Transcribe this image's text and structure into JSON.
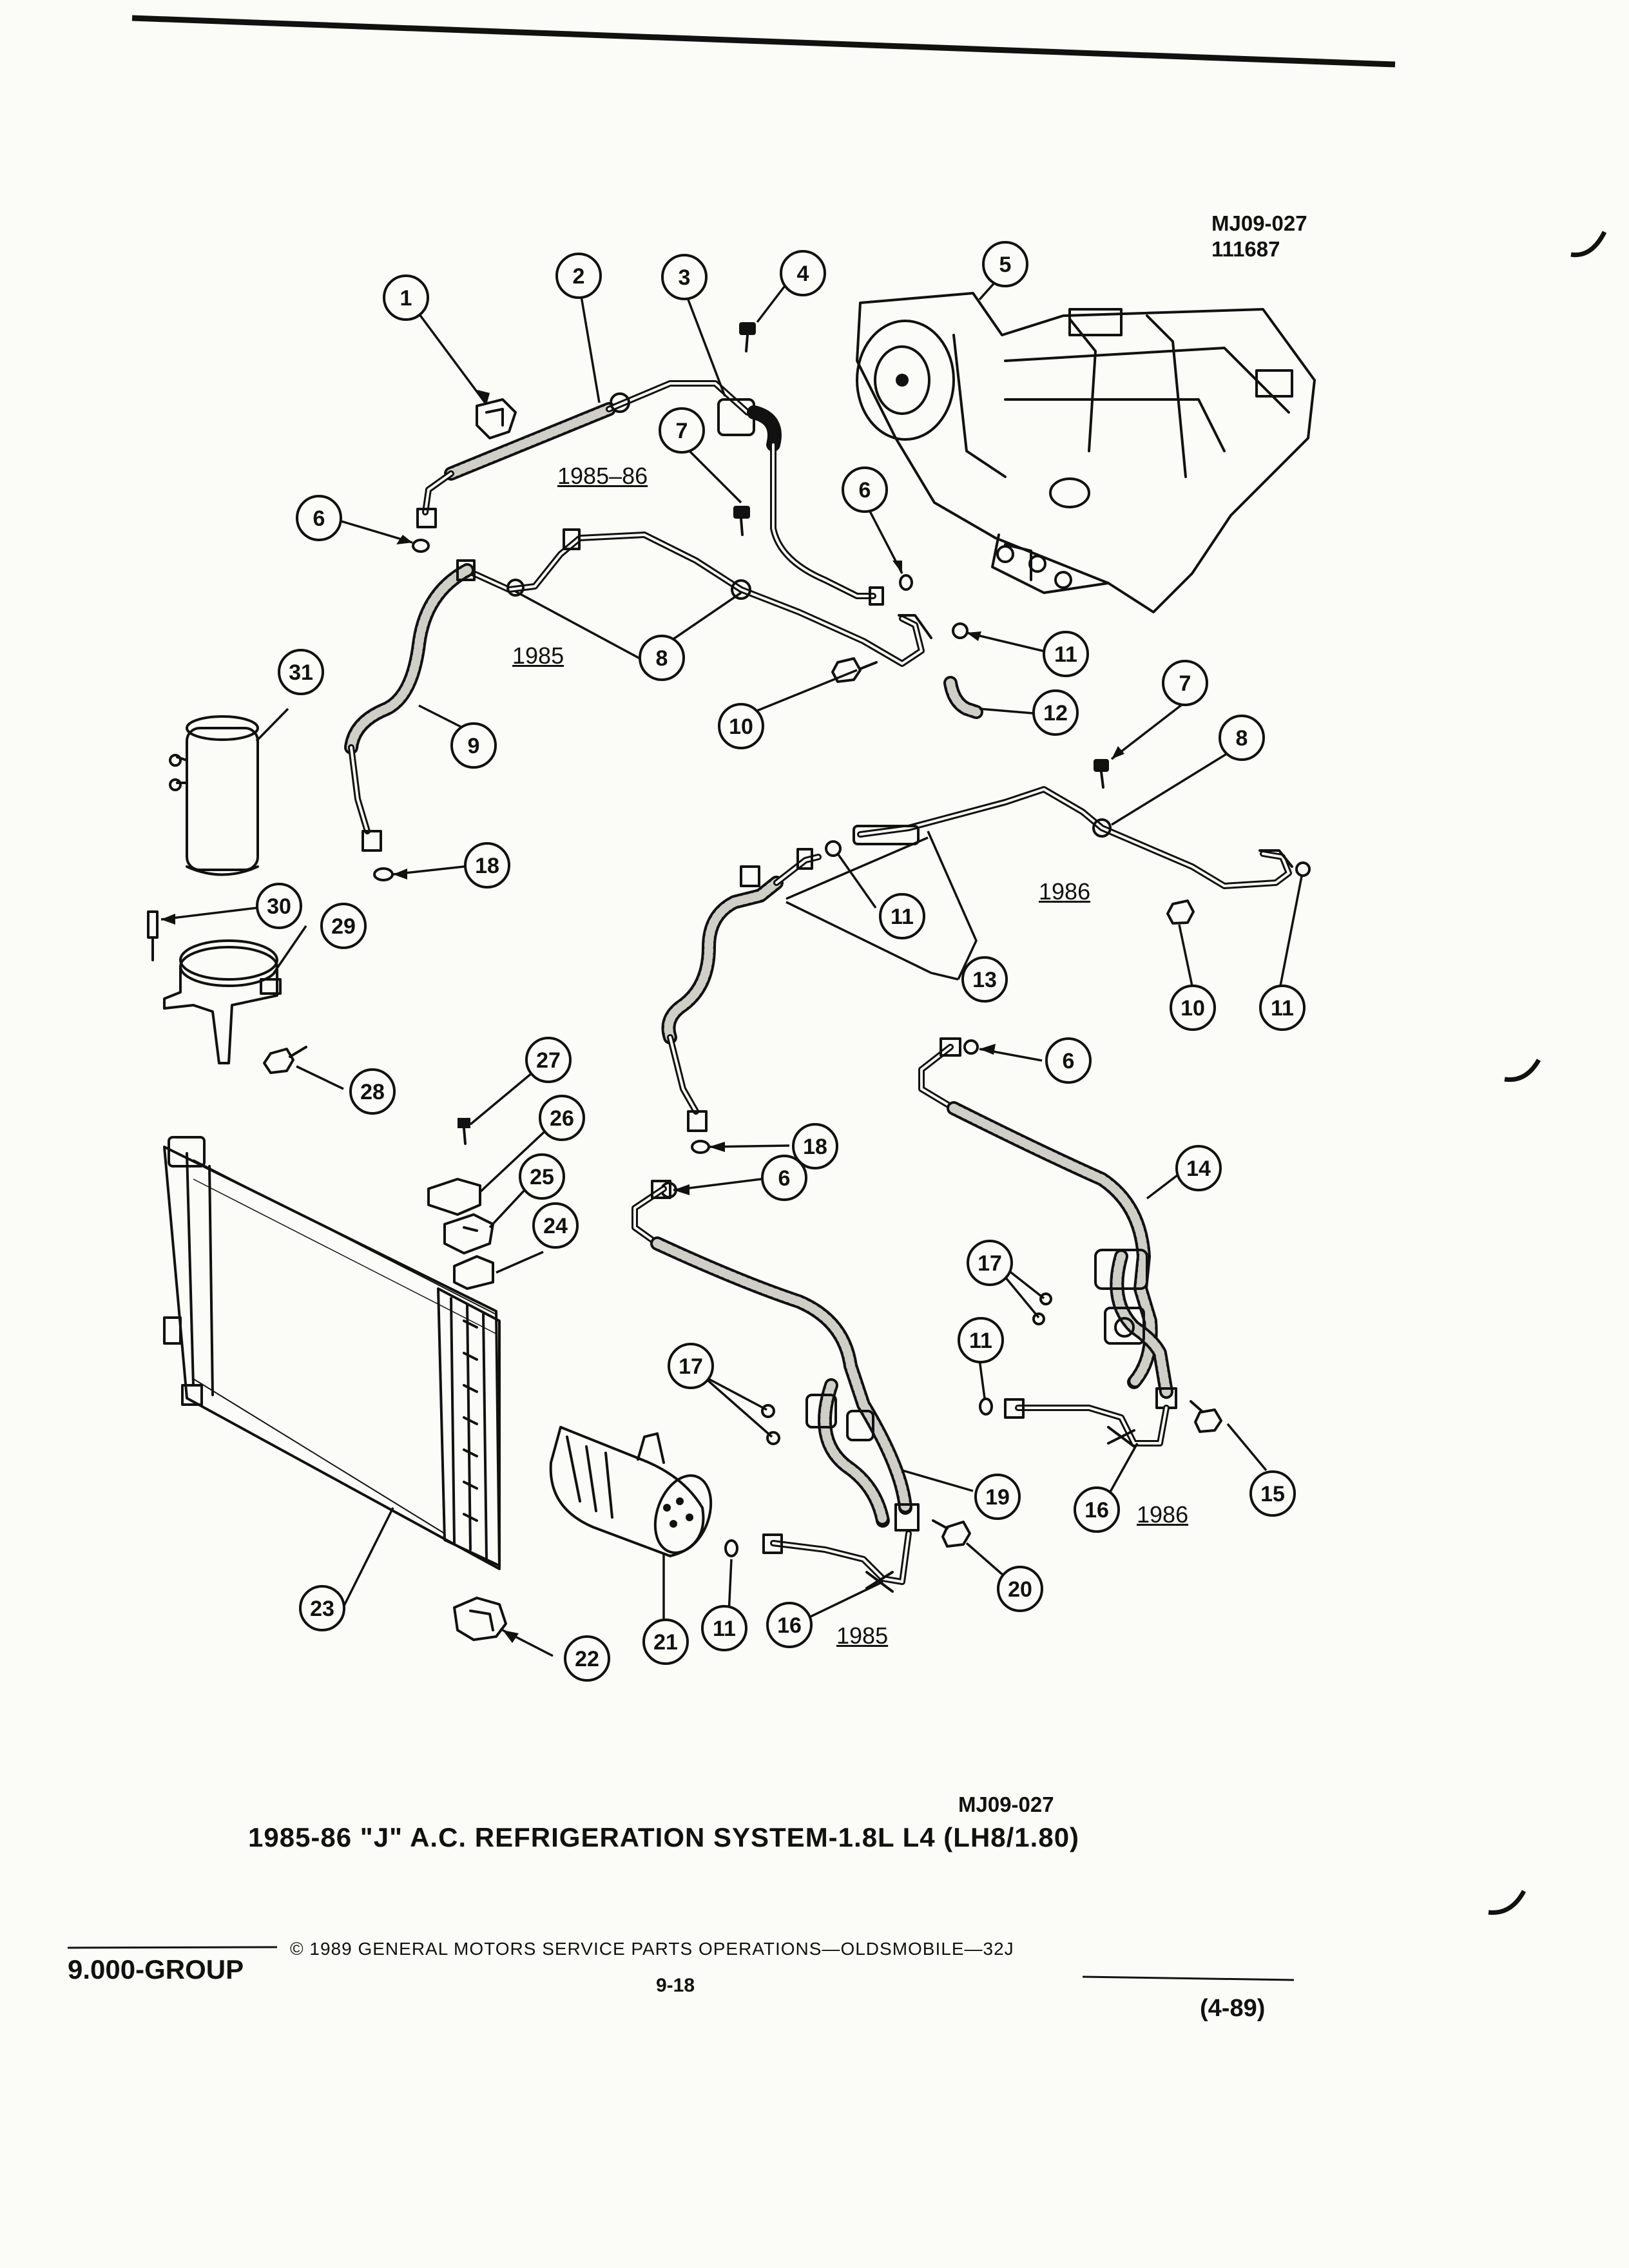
{
  "header": {
    "figure_code": "MJ09-027",
    "date_code": "111687"
  },
  "year_labels": {
    "y1985_86": "1985–86",
    "y1985_upper": "1985",
    "y1986_upper": "1986",
    "y1986_lower": "1986",
    "y1985_lower": "1985"
  },
  "callouts": [
    "1",
    "2",
    "3",
    "4",
    "5",
    "6",
    "6",
    "6",
    "6",
    "7",
    "7",
    "8",
    "8",
    "9",
    "10",
    "10",
    "11",
    "11",
    "11",
    "11",
    "11",
    "12",
    "13",
    "14",
    "15",
    "16",
    "16",
    "17",
    "17",
    "18",
    "18",
    "19",
    "20",
    "21",
    "22",
    "23",
    "24",
    "25",
    "26",
    "27",
    "28",
    "29",
    "30",
    "31"
  ],
  "caption": {
    "figure_code": "MJ09-027",
    "title": "1985-86 \"J\" A.C. REFRIGERATION SYSTEM-1.8L L4 (LH8/1.80)"
  },
  "footer": {
    "group": "9.000-GROUP",
    "copyright": "© 1989 GENERAL MOTORS SERVICE PARTS OPERATIONS—OLDSMOBILE—32J",
    "page": "9-18",
    "date": "(4-89)"
  }
}
